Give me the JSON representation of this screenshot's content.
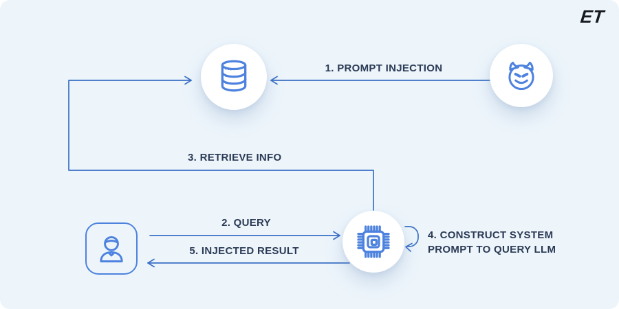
{
  "colors": {
    "background": "#edf5fb",
    "arrow_line": "#3a6fc5",
    "icon_stroke": "#4d82de",
    "label_text": "#2b3a55",
    "node_fill": "#ffffff",
    "logo_color": "#16191e"
  },
  "logo": {
    "text": "ET"
  },
  "nodes": {
    "attacker": {
      "icon": "devil-face-icon"
    },
    "database": {
      "icon": "database-icon"
    },
    "llm": {
      "icon": "cpu-chip-icon"
    },
    "user": {
      "icon": "user-icon"
    }
  },
  "labels": {
    "step1": "1. PROMPT INJECTION",
    "step2": "2. QUERY",
    "step3": "3. RETRIEVE INFO",
    "step4_line1": "4. CONSTRUCT SYSTEM",
    "step4_line2": "PROMPT TO QUERY LLM",
    "step5": "5. INJECTED RESULT"
  }
}
